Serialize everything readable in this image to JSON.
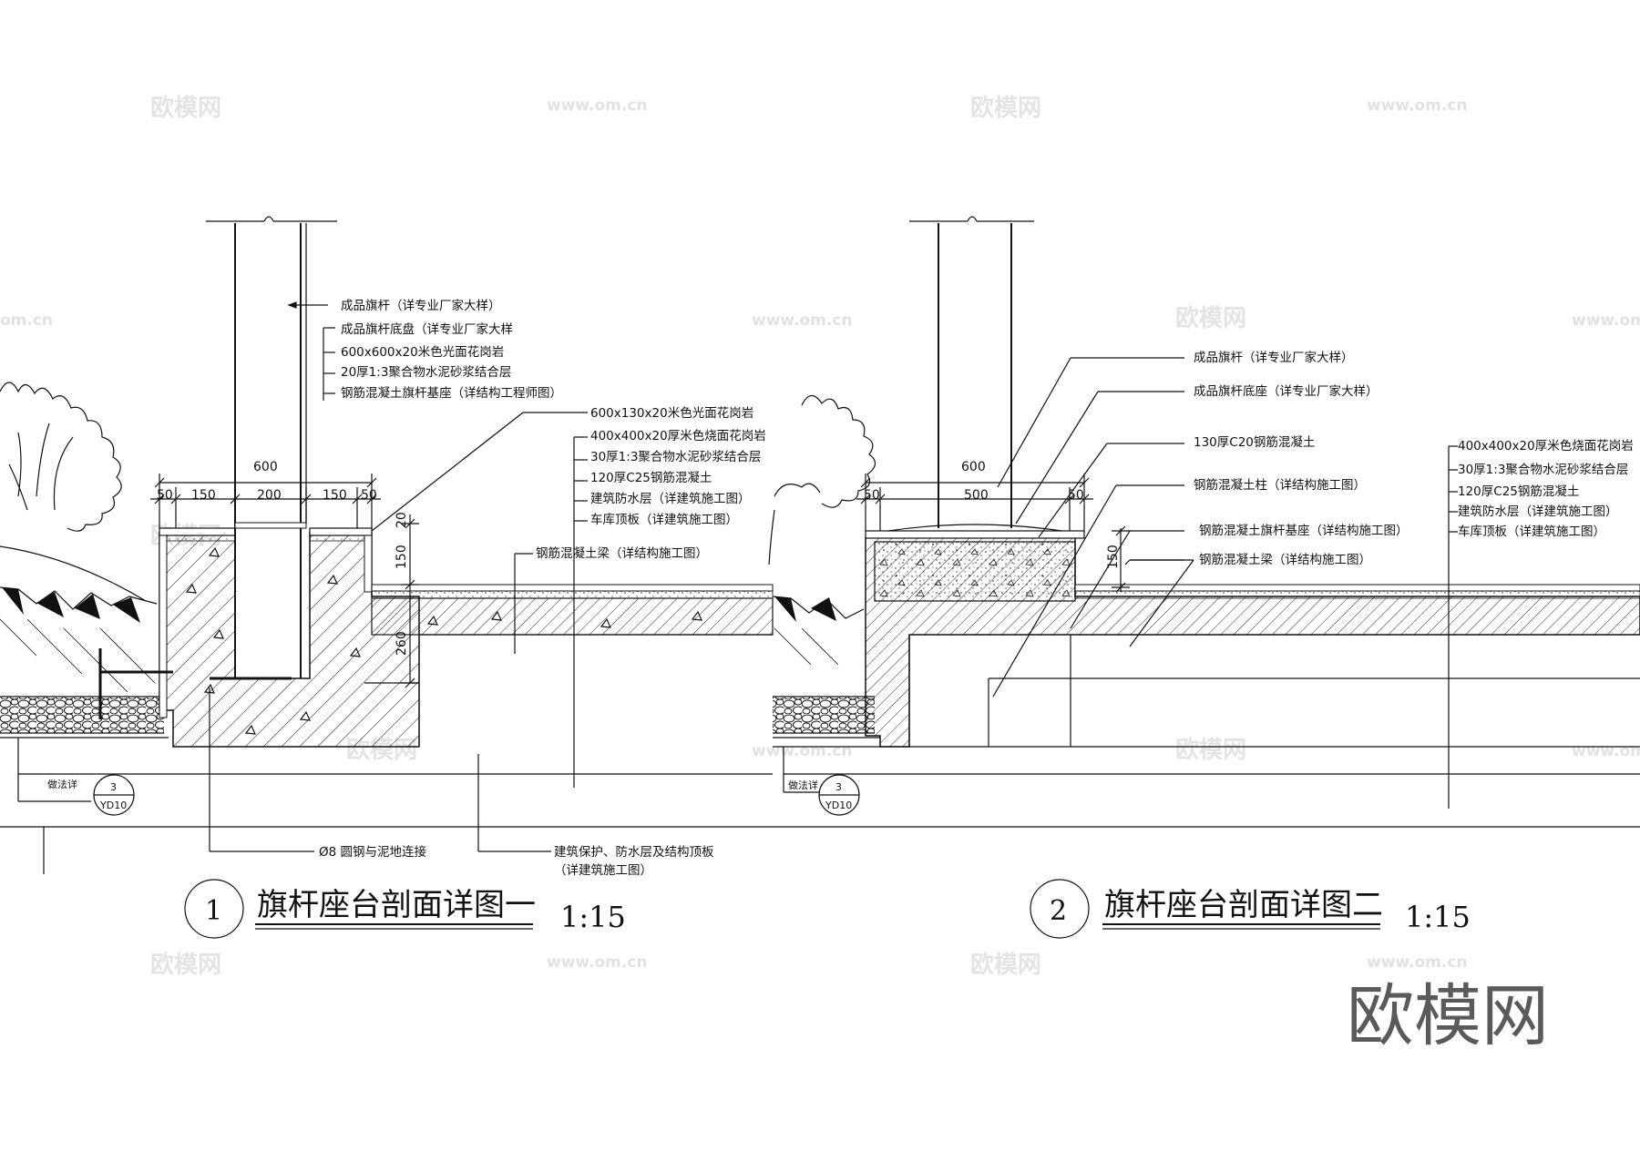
{
  "detail1": {
    "number": "1",
    "title": "旗杆座台剖面详图一",
    "scale": "1:15",
    "labels": {
      "pole": "成品旗杆（详专业厂家大样）",
      "base_plate": "成品旗杆底盘（详专业厂家大样",
      "granite_top": "600x600x20米色光面花岗岩",
      "mortar": "20厚1:3聚合物水泥砂浆结合层",
      "rc_base": "钢筋混凝土旗杆基座（详结构工程师图）",
      "granite_edge": "600x130x20米色光面花岗岩",
      "granite_paving": "400x400x20厚米色烧面花岗岩",
      "mortar_30": "30厚1:3聚合物水泥砂浆结合层",
      "concrete_120": "120厚C25钢筋混凝土",
      "waterproof": "建筑防水层（详建筑施工图）",
      "roof_slab": "车库顶板（详建筑施工图）",
      "beam": "钢筋混凝土梁（详结构施工图）",
      "rebar": "Ø8 圆钢与泥地连接",
      "protection_line1": "建筑保护、防水层及结构顶板",
      "protection_line2": "（详建筑施工图）",
      "ref_text": "做法详",
      "ref_num": "3",
      "ref_sheet": "YD10"
    },
    "dims": {
      "total": "600",
      "d1": "50",
      "d2": "150",
      "d3": "200",
      "d4": "150",
      "d5": "50",
      "v1": "20",
      "v2": "150",
      "v3": "260"
    }
  },
  "detail2": {
    "number": "2",
    "title": "旗杆座台剖面详图二",
    "scale": "1:15",
    "labels": {
      "pole": "成品旗杆（详专业厂家大样）",
      "base": "成品旗杆底座（详专业厂家大样）",
      "concrete_130": "130厚C20钢筋混凝土",
      "column": "钢筋混凝土柱（详结构施工图）",
      "rc_base": "钢筋混凝土旗杆基座（详结构施工图）",
      "beam": "钢筋混凝土梁（详结构施工图）",
      "granite_paving": "400x400x20厚米色烧面花岗岩",
      "mortar_30": "30厚1:3聚合物水泥砂浆结合层",
      "concrete_120": "120厚C25钢筋混凝土",
      "waterproof": "建筑防水层（详建筑施工图）",
      "roof_slab": "车库顶板（详建筑施工图）",
      "ref_text": "做法详",
      "ref_num": "3",
      "ref_sheet": "YD10"
    },
    "dims": {
      "total": "600",
      "d1": "50",
      "d2": "500",
      "d3": "50",
      "v1": "150"
    }
  },
  "watermark": {
    "brand": "欧模网",
    "url": "www.om.cn",
    "url_fragment": "om.cn",
    "logo": "欧模网"
  }
}
